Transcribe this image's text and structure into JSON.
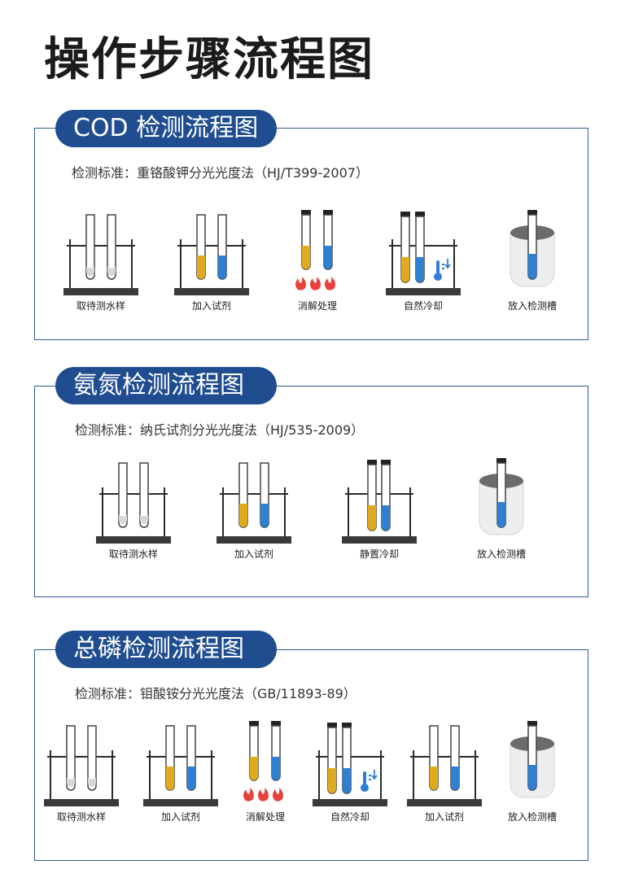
{
  "page_title": "操作步骤流程图",
  "colors": {
    "accent": "#1f4d8f",
    "yellow_liquid": "#e0aa1e",
    "blue_liquid": "#2f7fd3",
    "flame": "#e8403a"
  },
  "sections": [
    {
      "title": "COD 检测流程图",
      "standard": "检测标准：重铬酸钾分光光度法（HJ/T399-2007）",
      "steps": [
        {
          "label": "取待测水样",
          "icon": "beaker-empty-tubes-icon"
        },
        {
          "label": "加入试剂",
          "icon": "beaker-reagent-tubes-icon"
        },
        {
          "label": "消解处理",
          "icon": "heated-tubes-icon"
        },
        {
          "label": "自然冷却",
          "icon": "cooling-beaker-icon"
        },
        {
          "label": "放入检测槽",
          "icon": "detection-slot-icon"
        }
      ]
    },
    {
      "title": "氨氮检测流程图",
      "standard": "检测标准：纳氏试剂分光光度法（HJ/535-2009）",
      "steps": [
        {
          "label": "取待测水样",
          "icon": "beaker-empty-tubes-icon"
        },
        {
          "label": "加入试剂",
          "icon": "beaker-reagent-tubes-icon"
        },
        {
          "label": "静置冷却",
          "icon": "capped-beaker-icon"
        },
        {
          "label": "放入检测槽",
          "icon": "detection-slot-icon"
        }
      ]
    },
    {
      "title": "总磷检测流程图",
      "standard": "检测标准：钼酸铵分光光度法（GB/11893-89）",
      "steps": [
        {
          "label": "取待测水样",
          "icon": "beaker-empty-tubes-icon"
        },
        {
          "label": "加入试剂",
          "icon": "beaker-reagent-tubes-icon"
        },
        {
          "label": "消解处理",
          "icon": "heated-tubes-icon"
        },
        {
          "label": "自然冷却",
          "icon": "cooling-beaker-icon"
        },
        {
          "label": "加入试剂",
          "icon": "beaker-reagent-tubes-icon"
        },
        {
          "label": "放入检测槽",
          "icon": "detection-slot-icon"
        }
      ]
    }
  ]
}
